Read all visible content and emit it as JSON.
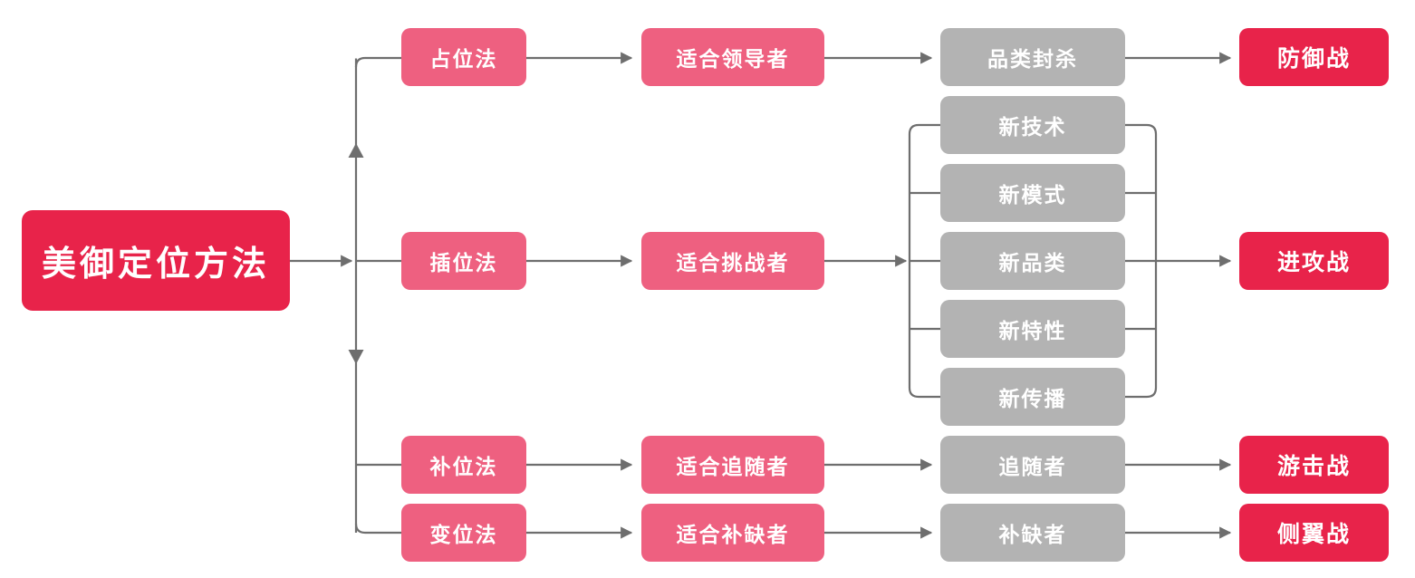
{
  "diagram": {
    "title": "美御定位方法",
    "colors": {
      "crimson": "#E8234A",
      "pink": "#EE6080",
      "gray": "#B3B3B3",
      "connector": "#6E6E6E",
      "background": "#FFFFFF"
    },
    "root": {
      "label": "美御定位方法"
    },
    "columns": {
      "methods": {
        "items": [
          {
            "label": "占位法"
          },
          {
            "label": "插位法"
          },
          {
            "label": "补位法"
          },
          {
            "label": "变位法"
          }
        ]
      },
      "audience": {
        "items": [
          {
            "label": "适合领导者"
          },
          {
            "label": "适合挑战者"
          },
          {
            "label": "适合追随者"
          },
          {
            "label": "适合补缺者"
          }
        ]
      },
      "tactics": {
        "items": [
          {
            "label": "品类封杀"
          },
          {
            "label": "新技术"
          },
          {
            "label": "新模式"
          },
          {
            "label": "新品类"
          },
          {
            "label": "新特性"
          },
          {
            "label": "新传播"
          },
          {
            "label": "追随者"
          },
          {
            "label": "补缺者"
          }
        ]
      },
      "warfare": {
        "items": [
          {
            "label": "防御战"
          },
          {
            "label": "进攻战"
          },
          {
            "label": "游击战"
          },
          {
            "label": "侧翼战"
          }
        ]
      }
    },
    "branches": [
      {
        "method": "占位法",
        "audience": "适合领导者",
        "tactics": [
          "品类封杀"
        ],
        "warfare": "防御战"
      },
      {
        "method": "插位法",
        "audience": "适合挑战者",
        "tactics": [
          "新技术",
          "新模式",
          "新品类",
          "新特性",
          "新传播"
        ],
        "warfare": "进攻战"
      },
      {
        "method": "补位法",
        "audience": "适合追随者",
        "tactics": [
          "追随者"
        ],
        "warfare": "游击战"
      },
      {
        "method": "变位法",
        "audience": "适合补缺者",
        "tactics": [
          "补缺者"
        ],
        "warfare": "侧翼战"
      }
    ]
  }
}
